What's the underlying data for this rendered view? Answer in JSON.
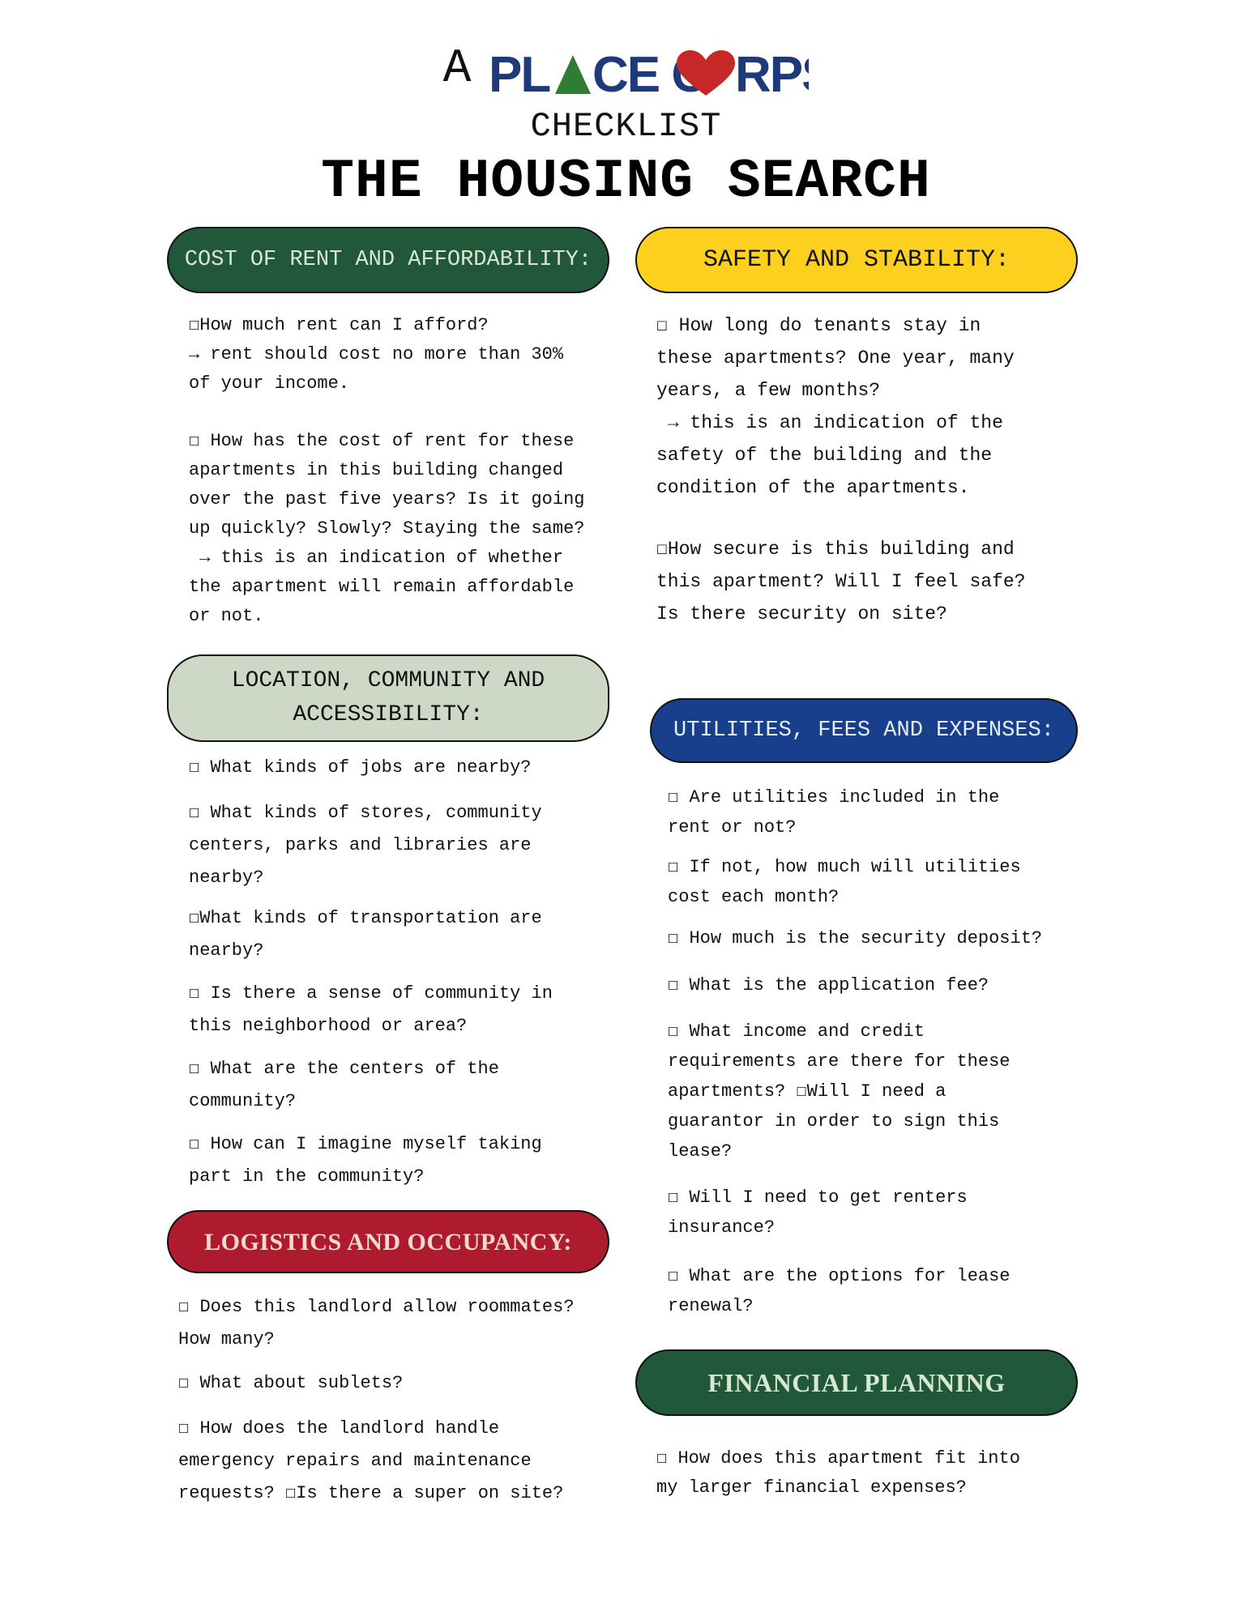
{
  "header": {
    "prefix": "A",
    "brand_part1": "PL",
    "brand_part2": "CE C",
    "brand_part3": "RPS",
    "subtitle": "CHECKLIST",
    "title": "THE HOUSING SEARCH"
  },
  "colors": {
    "brand_navy": "#1f3a7a",
    "brand_green": "#2e7d32",
    "brand_red": "#c62828",
    "green_pill": "#21583a",
    "yellow_pill": "#fdd01f",
    "sage_pill": "#cdd9c6",
    "blue_pill": "#173f8c",
    "red_pill": "#ae1b2e"
  },
  "sections": {
    "cost": {
      "title": "COST OF RENT AND AFFORDABILITY:",
      "items": [
        "☐How much rent can I afford?\n→ rent should cost no more than 30%\nof your income.",
        "☐ How has the cost of rent for these\napartments in this building changed\nover the past five years? Is it going\nup quickly? Slowly? Staying the same?\n → this is an indication of whether\nthe apartment will remain affordable\nor not."
      ]
    },
    "safety": {
      "title": "SAFETY AND STABILITY:",
      "items": [
        "☐ How long do tenants stay in\nthese apartments? One year, many\nyears, a few months?\n → this is an indication of the\nsafety of the building and the\ncondition of the apartments.",
        "☐How secure is this building and\nthis apartment? Will I feel safe?\nIs there security on site?"
      ]
    },
    "location": {
      "title": "LOCATION, COMMUNITY AND\nACCESSIBILITY:",
      "items": [
        "☐ What kinds of jobs are nearby?",
        "☐ What kinds of stores, community\ncenters, parks and libraries are\nnearby?",
        "☐What kinds of transportation are\nnearby?",
        "☐ Is there a sense of community in\nthis neighborhood or area?",
        "☐ What are the centers of the\ncommunity?",
        "☐ How can I imagine myself taking\npart in the community?"
      ]
    },
    "utilities": {
      "title": "UTILITIES, FEES AND EXPENSES:",
      "items": [
        "☐ Are utilities included in the\nrent or not?",
        "☐ If not, how much will utilities\ncost each month?",
        "☐ How much is the security deposit?",
        "☐ What is the application fee?",
        "☐ What income and credit\nrequirements are there for these\napartments? ☐Will I need a\nguarantor in order to sign this\nlease?",
        "☐ Will I need to get renters\ninsurance?",
        "☐ What are the options for lease\nrenewal?"
      ]
    },
    "logistics": {
      "title": "LOGISTICS AND OCCUPANCY:",
      "items": [
        "☐ Does this landlord allow roommates?\nHow many?",
        "☐ What about sublets?",
        "☐ How does the landlord handle\nemergency repairs and maintenance\nrequests? ☐Is there a super on site?"
      ]
    },
    "financial": {
      "title": "FINANCIAL PLANNING",
      "items": [
        "☐ How does this apartment fit into\nmy larger financial expenses?"
      ]
    }
  }
}
